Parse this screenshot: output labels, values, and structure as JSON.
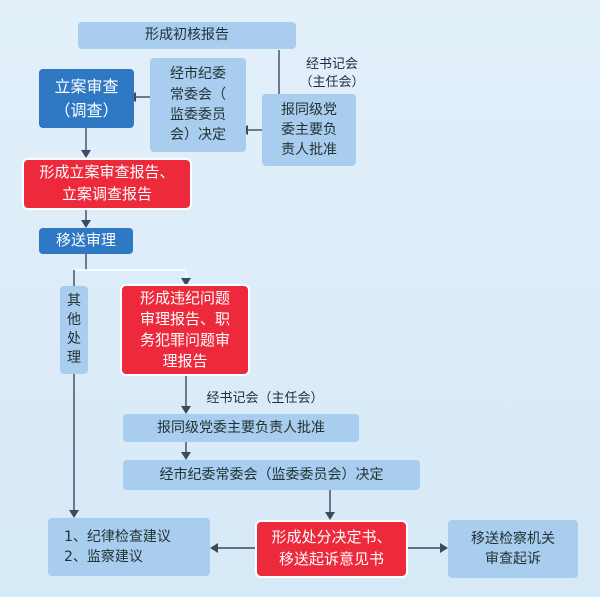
{
  "nodes": {
    "initial_report": "形成初核报告",
    "approve_note": "经书记会\n（主任会）",
    "city_committee_top": "经市纪委\n常委会（\n监委委员\n会）决定",
    "report_party_top": "报同级党\n委主要负\n责人批准",
    "case_review": "立案审查\n（调查）",
    "case_report": "形成立案审查报告、\n立案调查报告",
    "transfer_review": "移送审理",
    "other_handling": "其\n他\n处\n理",
    "violation_report": "形成违纪问题\n审理报告、职\n务犯罪问题审\n理报告",
    "approve_note_2": "经书记会（主任会）",
    "report_party_bottom": "报同级党委主要负责人批准",
    "city_committee_bottom": "经市纪委常委会（监委委员会）决定",
    "suggestions": "1、纪律检查建议\n2、监察建议",
    "decision": "形成处分决定书、\n移送起诉意见书",
    "procuratorate": "移送检察机关\n审查起诉"
  }
}
